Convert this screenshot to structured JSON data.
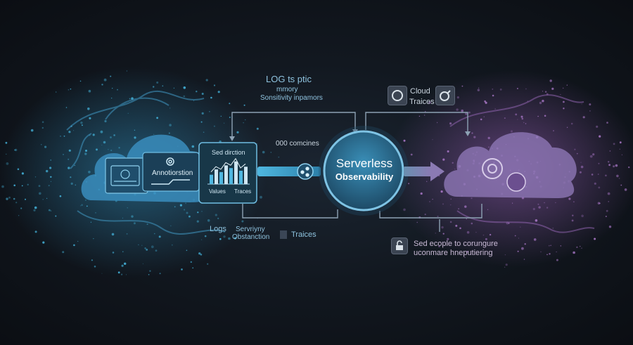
{
  "labels": {
    "log_topic": "LOG ts ptic",
    "memory": "mmory",
    "sensitivity": "Sonsitivity inpamors",
    "cloud": "Cloud",
    "traces_top": "Traices",
    "sed_direction": "Sed dirction",
    "values": "Values",
    "traces_chart": "Traces",
    "annotation": "Annotiorstion",
    "consumes": "000 comcines",
    "hub_line1": "Serverless",
    "hub_line2": "Observability",
    "logs": "Logs",
    "security": "Servriyny",
    "obstruction": "Obstanction",
    "traces_bottom": "Traices",
    "note_line1": "Sed ecople to corungure",
    "note_line2": "uconmare hneputiering"
  },
  "chart_bars": [
    0.35,
    0.55,
    0.45,
    0.7,
    0.6,
    0.85,
    0.5,
    0.65
  ],
  "colors": {
    "cyan": "#45b6de",
    "purple": "#a877c6",
    "hub": "#2a6d92",
    "line": "#8da2b4"
  },
  "icons": [
    "gear-icon",
    "bar-chart-icon",
    "app-window-icon",
    "lock-icon",
    "cloud-icon",
    "percent-gear-icon"
  ]
}
